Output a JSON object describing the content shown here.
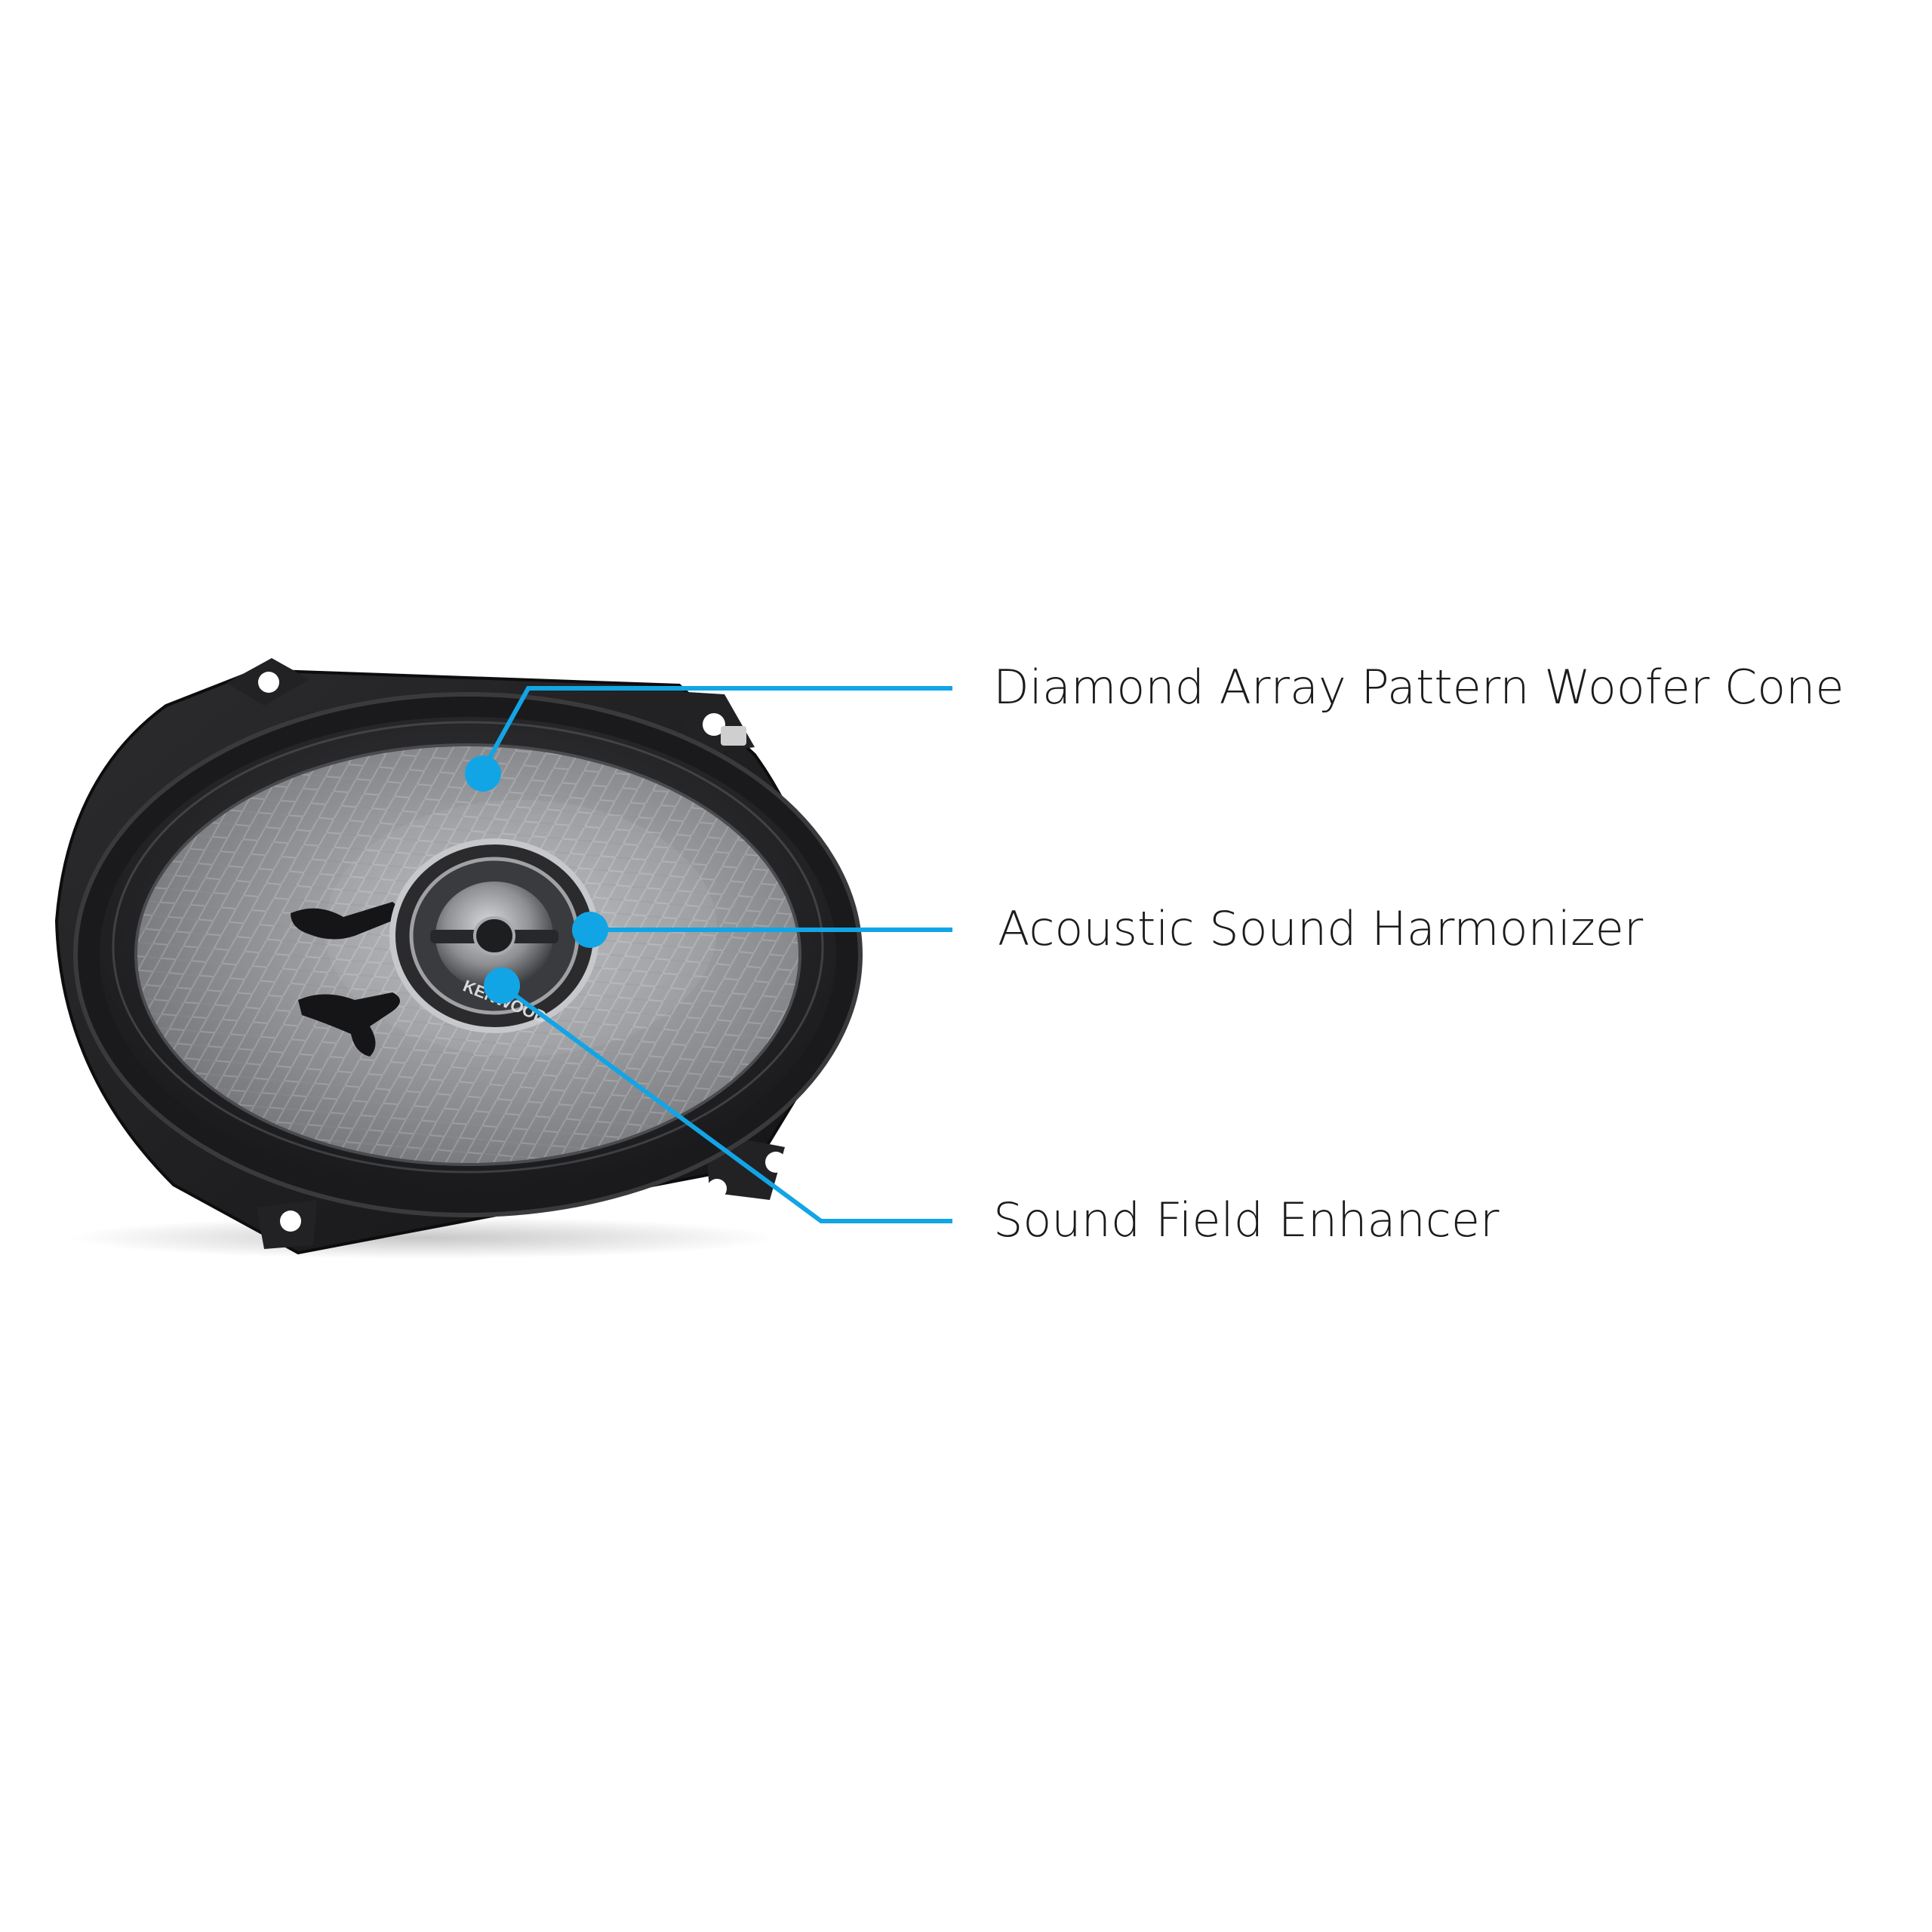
{
  "callouts": {
    "cone": "Diamond Array Pattern Woofer Cone",
    "harmonizer": "Acoustic Sound Harmonizer",
    "enhancer": "Sound Field Enhancer"
  },
  "brand_text": "KENWOOD",
  "colors": {
    "accent": "#12a5e6",
    "background": "#ffffff",
    "frame": "#1e1e20",
    "surround": "#2a2a2c",
    "cone": "#8c8e92",
    "text": "#1b1b1b"
  }
}
